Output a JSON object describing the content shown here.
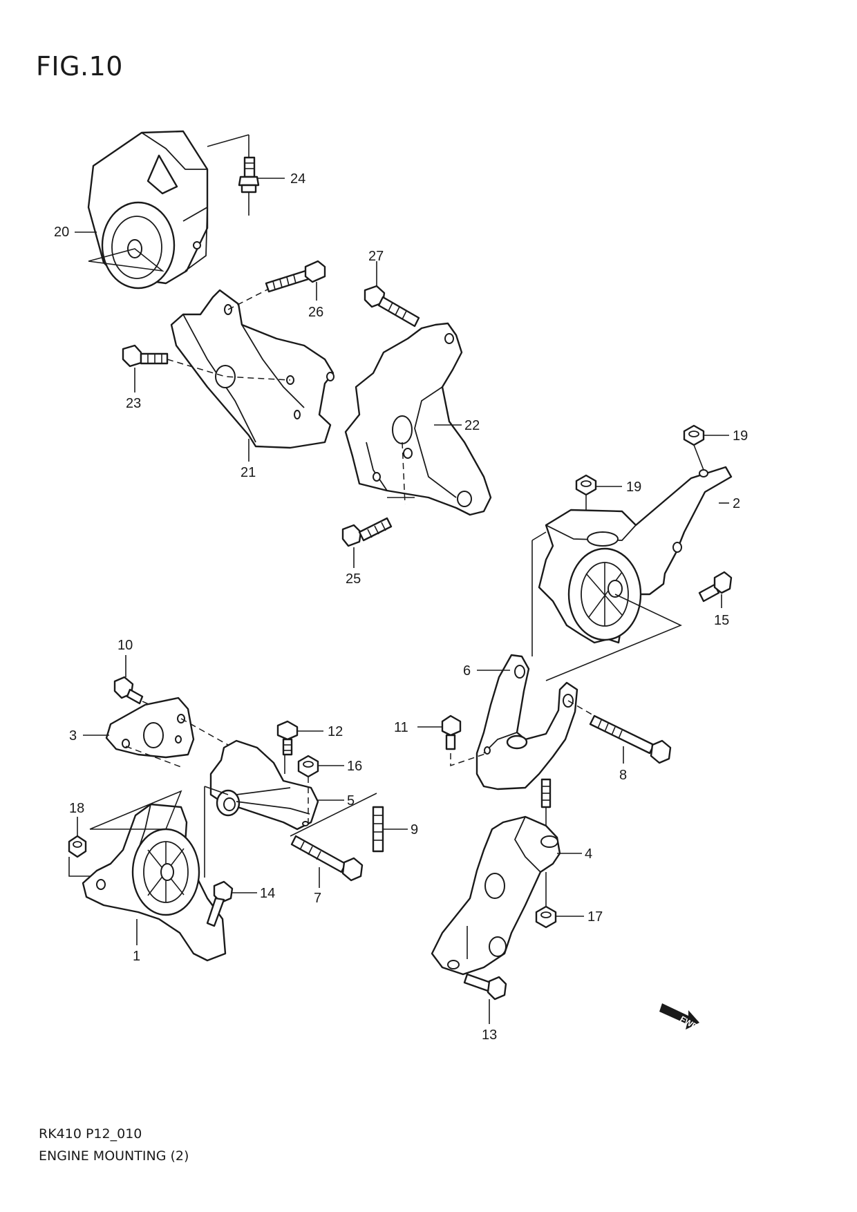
{
  "header": {
    "figure_label": "FIG.10"
  },
  "footer": {
    "model_code": "RK410 P12_010",
    "title": "ENGINE MOUNTING (2)"
  },
  "fwd_indicator": {
    "label": "FWD"
  },
  "callouts": {
    "c1": "1",
    "c2": "2",
    "c3": "3",
    "c4": "4",
    "c5": "5",
    "c6": "6",
    "c7": "7",
    "c8": "8",
    "c9": "9",
    "c10": "10",
    "c11": "11",
    "c12": "12",
    "c13": "13",
    "c14": "14",
    "c15": "15",
    "c16": "16",
    "c17": "17",
    "c18": "18",
    "c19a": "19",
    "c19b": "19",
    "c20": "20",
    "c21": "21",
    "c22": "22",
    "c23": "23",
    "c24": "24",
    "c25": "25",
    "c26": "26",
    "c27": "27"
  }
}
